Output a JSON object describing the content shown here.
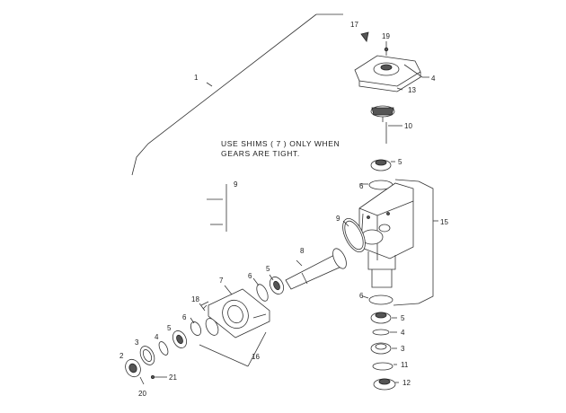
{
  "note": {
    "line1": "USE SHIMS ( 7 ) ONLY WHEN",
    "line2": "GEARS ARE TIGHT."
  },
  "callouts": {
    "c1": "1",
    "c2": "2",
    "c3a": "3",
    "c3b": "3",
    "c4a": "4",
    "c4b": "4",
    "c4c": "4",
    "c5a": "5",
    "c5b": "5",
    "c5c": "5",
    "c5d": "5",
    "c6a": "6",
    "c6b": "6",
    "c6c": "6",
    "c6d": "6",
    "c7": "7",
    "c8": "8",
    "c9a": "9",
    "c9b": "9",
    "c10": "10",
    "c11": "11",
    "c12": "12",
    "c13": "13",
    "c15": "15",
    "c16": "16",
    "c17": "17",
    "c18": "18",
    "c19": "19",
    "c20": "20",
    "c21": "21"
  }
}
